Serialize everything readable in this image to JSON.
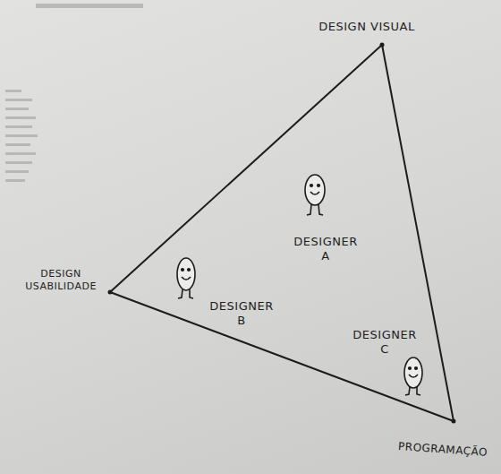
{
  "diagram": {
    "labels": [
      "DESIGN VISUAL",
      "DESIGN USABILIDADE",
      "DESIGNER A",
      "DESIGNER B",
      "DESIGNER C",
      "PROGRAMAÇÃO"
    ]
  }
}
